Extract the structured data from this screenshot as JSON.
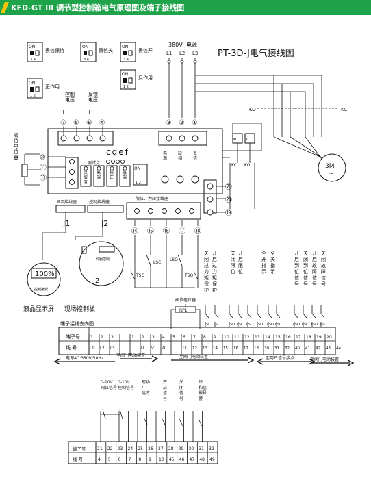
{
  "header": {
    "title": "KFD-GT III 调节型控制箱电气原理图及端子接线图",
    "accent": "#1ea34a",
    "bar_color": "#f5c400"
  },
  "dips": [
    {
      "text": "丢信保持",
      "sw": "ON",
      "nums": "3 4"
    },
    {
      "text": "丢信关",
      "sw": "ON",
      "nums": "3 4"
    },
    {
      "text": "丢信开",
      "sw": "ON",
      "nums": "3 4"
    },
    {
      "text": "反作用",
      "sw": "ON",
      "nums": "1 2"
    },
    {
      "text": "正作用",
      "sw": "ON",
      "nums": "1 2"
    }
  ],
  "power": {
    "voltage": "380V",
    "label": "电源",
    "phases": [
      "L1",
      "L2",
      "L3"
    ]
  },
  "diagram_title": "PT-3D-J电气接线图",
  "ctrl_voltage": "控制\n电压",
  "fb_voltage": "反馈\n电压",
  "top_terminals": [
    "⑦",
    "⑥",
    "⑨",
    "④"
  ],
  "power_terminals": [
    "③",
    "②",
    "①"
  ],
  "plus_minus": [
    "+",
    "−",
    "+",
    "−"
  ],
  "left_label": "阀\n位\n电\n位\n器",
  "left_terms": [
    "⑩",
    "⑪",
    "⑬"
  ],
  "test_point": "测试点",
  "cdef": "cdef",
  "pots": [
    "灵\n敏\n度",
    "高\n端",
    "校\n正",
    "低\n端"
  ],
  "panel_labels": [
    "电\n源",
    "缺\n相",
    "丢\n信"
  ],
  "on_label": "ON",
  "dip12": "1 2",
  "ko": "KO",
  "kc": "KC",
  "motor": "3M",
  "right_terms": [
    "㉑",
    "⑳",
    "⑲"
  ],
  "j1_label": "显示接线座",
  "j2_label": "控制接线座",
  "lim_label": "限位、力矩接线座",
  "j1": "J1",
  "j2": "J2",
  "j2b": "J2",
  "bottom_terms": [
    "⑭",
    "⑮",
    "⑯",
    "⑰",
    "⑱"
  ],
  "lsc": "LSC",
  "lso": "LSO",
  "tsc": "TSC",
  "tso": "TSO",
  "status_cols": [
    "关\n闭\n过\n力\n矩\n保\n护",
    "开\n启\n过\n力\n矩\n保\n护",
    "关\n闭\n限\n位",
    "开\n启\n限\n位",
    "全\n开\n指\n示",
    "全\n关\n指\n示",
    "开\n启\n到\n位\n信\n号",
    "关\n闭\n到\n位\n信\n号",
    "开\n启\n故\n障\n信\n号",
    "关\n闭\n故\n障\n信\n号"
  ],
  "lcd": {
    "value": "100%",
    "label": "控制接受",
    "caption": "液晶显示屏"
  },
  "board_caption": "现场控制板",
  "board_label": "伺服控制",
  "pot_label": "阀位电位器",
  "rp": "RP1",
  "table_title": "端子接线去向图",
  "table": {
    "row1_label": "端子号",
    "row2_label": "线 号",
    "row1": [
      "1",
      "2",
      "3",
      "",
      "1",
      "2",
      "3",
      "4",
      "5",
      "6",
      "7",
      "8",
      "9",
      "10",
      "11",
      "12",
      "13",
      "14",
      "15",
      "16",
      "17",
      "18",
      "19",
      "20"
    ],
    "row2": [
      "L1",
      "L2",
      "L3",
      "",
      "",
      "U",
      "V",
      "W",
      "",
      "11",
      "12",
      "13",
      "14",
      "15",
      "16",
      "17",
      "18",
      "30",
      "31",
      "32",
      "40",
      "41",
      "42",
      "43",
      "44"
    ]
  },
  "relay_labels": [
    "TSC",
    "LSC",
    "TSO",
    "LSC",
    "LSO",
    "TSO",
    "LSO",
    "LSC",
    "LSO",
    "LSC",
    "TSO",
    "TSC"
  ],
  "arrows": [
    "电源AC:380V/50Hz",
    "至阀门电动装置",
    "至阀门电动装置",
    "至用户信号接点",
    "至阀门电动装置"
  ],
  "lower_labels": [
    {
      "text": "0-10V\n阀位信号"
    },
    {
      "text": "0-10V\n控制信号"
    },
    {
      "text": "现场\n/\n远方"
    },
    {
      "text": "开\n启\n信\n号"
    },
    {
      "text": "关\n闭\n信\n号"
    },
    {
      "text": "综\n和信\n报号\n警"
    }
  ],
  "table2": {
    "row1_label": "端子号",
    "row2_label": "线 号",
    "row1": [
      "21",
      "22",
      "23",
      "24",
      "25",
      "26",
      "27",
      "28",
      "29",
      "30",
      "31",
      "32"
    ],
    "row2": [
      "4",
      "5",
      "6",
      "7",
      "8",
      "9",
      "10",
      "45",
      "46",
      "47",
      "48",
      "49"
    ]
  }
}
